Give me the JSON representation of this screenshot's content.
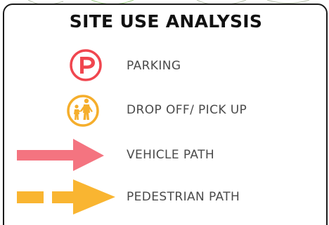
{
  "legend": {
    "title": "SITE USE ANALYSIS",
    "items": [
      {
        "symbol": "parking-icon",
        "label": "PARKING",
        "color": "#f0464f"
      },
      {
        "symbol": "drop-off-pick-up-icon",
        "label": "DROP OFF/ PICK UP",
        "color": "#f5ae2c"
      },
      {
        "symbol": "solid-arrow",
        "label": "VEHICLE PATH",
        "color": "#f47480"
      },
      {
        "symbol": "dashed-arrow",
        "label": "PEDESTRIAN PATH",
        "color": "#f9b531"
      }
    ]
  },
  "colors": {
    "border": "#1a1a1a",
    "title": "#111111",
    "label": "#4a4a4a",
    "map_lines": "#cfd8c4"
  }
}
